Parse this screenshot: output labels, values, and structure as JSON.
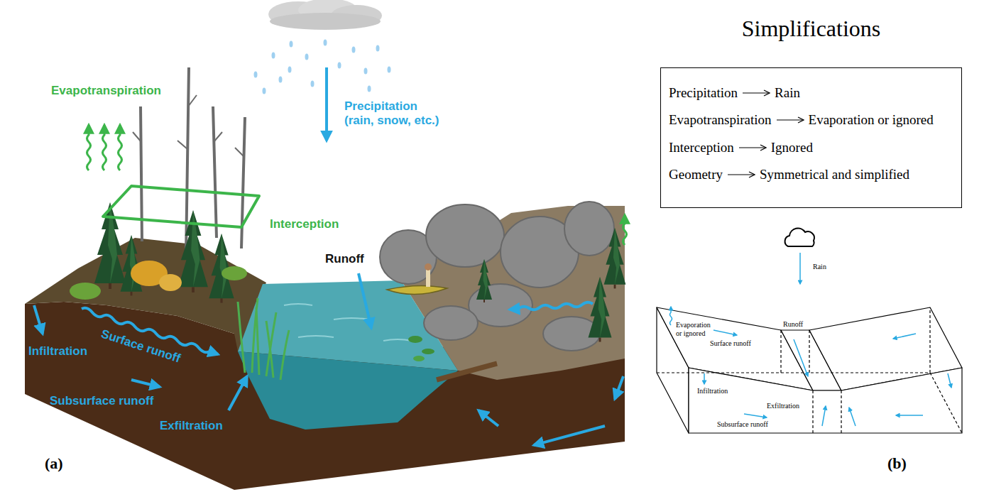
{
  "diagram": {
    "nodes": [
      {
        "text": [
          "Simplifications",
          "Precipitation",
          "Rain",
          "Evapotranspiration",
          "Evaporation or ignored",
          "Interception",
          "Ignored",
          "Geometry",
          "Symmetrical and simplified"
        ]
      }
    ],
    "labels": [
      "Evapotranspiration",
      "Precipitation (rain, snow, etc.)",
      "Interception",
      "Runoff",
      "Surface runoff",
      "Infiltration",
      "Subsurface runoff",
      "Exfiltration",
      "(a)",
      "Rain",
      "Evaporation or ignored",
      "Runoff",
      "Surface runoff",
      "Infiltration",
      "Exfiltration",
      "Subsurface runoff",
      "(b)"
    ]
  }
}
